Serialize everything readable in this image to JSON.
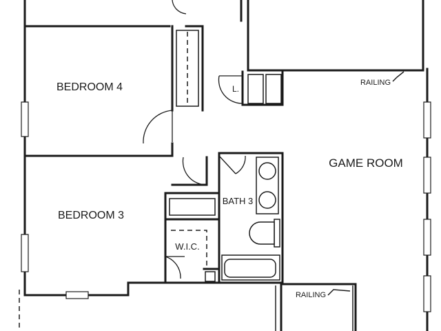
{
  "rooms": {
    "bedroom4": "BEDROOM 4",
    "bedroom3": "BEDROOM 3",
    "game_room": "GAME ROOM",
    "bath3": "BATH 3",
    "wic": "W.I.C.",
    "linen": "L."
  },
  "annotations": {
    "railing_upper": "RAILING",
    "railing_lower": "RAILING"
  }
}
